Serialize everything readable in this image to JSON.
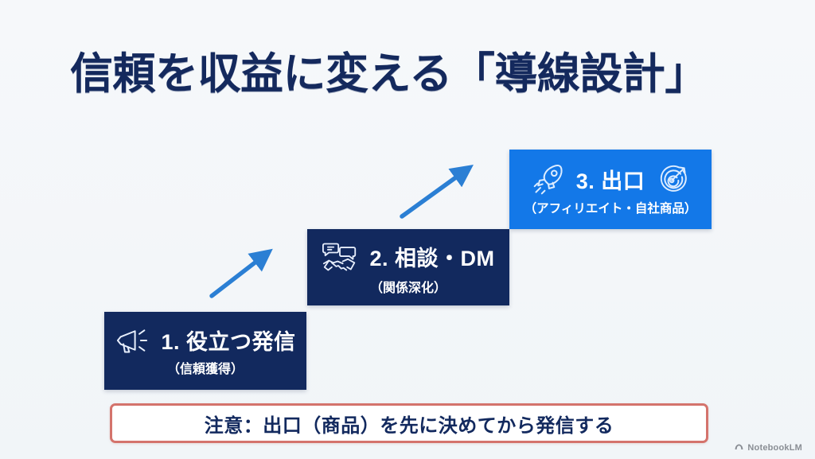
{
  "slide": {
    "title": "信頼を収益に変える「導線設計」",
    "background_color": "#f4f7f9",
    "title_color": "#14295e"
  },
  "steps": [
    {
      "id": "step1",
      "title": "1. 役立つ発信",
      "subtitle": "（信頼獲得）",
      "icons": [
        "megaphone-icon"
      ],
      "background_color": "#12295e",
      "text_color": "#ffffff"
    },
    {
      "id": "step2",
      "title": "2. 相談・DM",
      "subtitle": "（関係深化）",
      "icons": [
        "chat-handshake-icon"
      ],
      "background_color": "#12295e",
      "text_color": "#ffffff"
    },
    {
      "id": "step3",
      "title": "3. 出口",
      "subtitle": "（アフィリエイト・自社商品）",
      "icons": [
        "rocket-icon",
        "target-icon"
      ],
      "background_color": "#1378e8",
      "text_color": "#ffffff"
    }
  ],
  "arrows": [
    {
      "name": "arrow-step1-to-step2",
      "color": "#2b7fd4"
    },
    {
      "name": "arrow-step2-to-step3",
      "color": "#2b7fd4"
    }
  ],
  "caution": {
    "text": "注意：出口（商品）を先に決めてから発信する",
    "border_color": "#d4736c",
    "text_color": "#12295e",
    "background_color": "#ffffff"
  },
  "watermark": {
    "label": "NotebookLM",
    "icon": "notebooklm-logo-icon"
  }
}
